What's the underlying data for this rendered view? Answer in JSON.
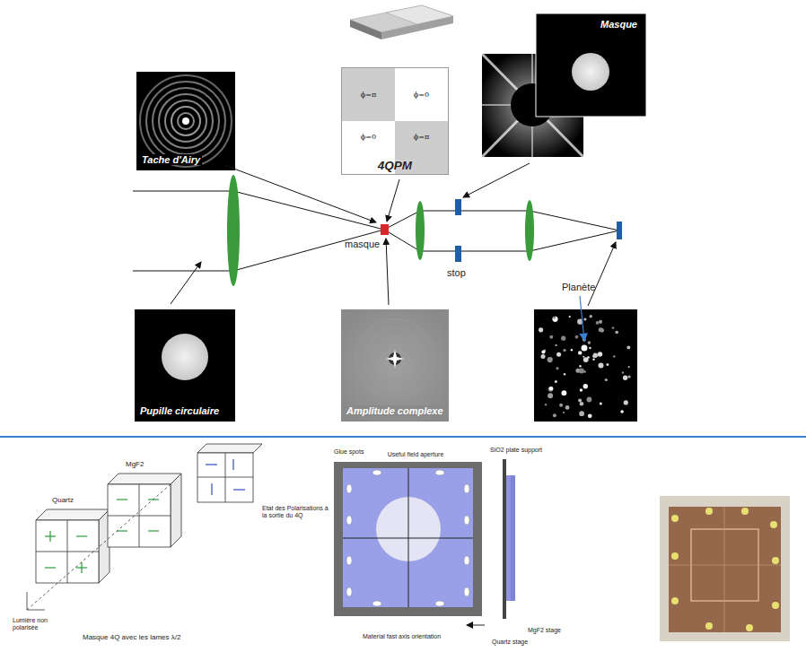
{
  "diagram": {
    "nodes": [
      {
        "text": [
          "Tache d'Airy"
        ]
      },
      {
        "text": [
          "4QPM"
        ]
      },
      {
        "text": [
          "ϕ=π"
        ],
        "in": 1
      },
      {
        "text": [
          "ϕ=0"
        ],
        "in": 1
      },
      {
        "text": [
          "ϕ=0"
        ],
        "in": 1
      },
      {
        "text": [
          "ϕ=π"
        ],
        "in": 1
      },
      {
        "text": [
          "Masque"
        ]
      },
      {
        "text": [
          "Pupille circulaire"
        ]
      },
      {
        "text": [
          "Amplitude complexe"
        ]
      }
    ],
    "labels": [
      "masque",
      "stop",
      "Planète",
      "Quartz",
      "MgF2",
      "Etat des Polarisations à la sortie du 4Q",
      "Lumière non polarisée",
      "Masque 4Q avec les lames λ/2",
      "Glue spots",
      "Useful field aperture",
      "SiO2 plate support",
      "Quartz stage",
      "MgF2 stage",
      "Material fast axis orientation"
    ]
  }
}
